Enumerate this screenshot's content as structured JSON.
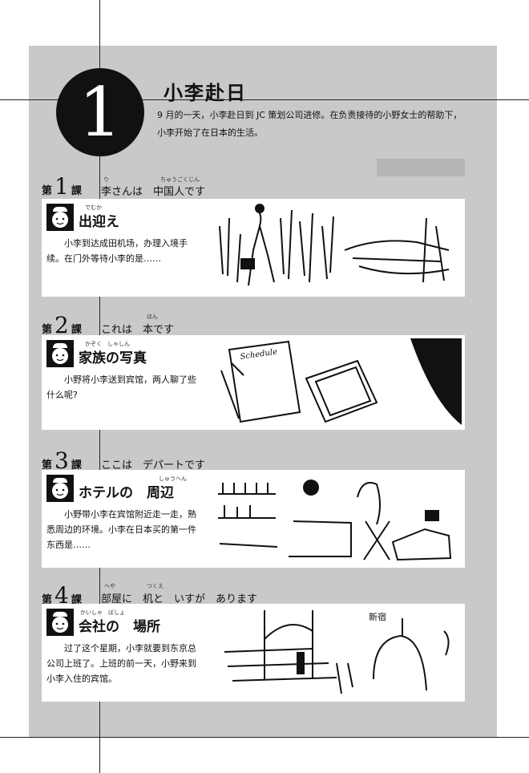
{
  "chapter": {
    "number": "1",
    "title": "小李赴日",
    "intro": "9 月的一天，小李赴日到 JC 策划公司进修。在负责接待的小野女士的帮助下，小李开始了在日本的生活。"
  },
  "lessons": [
    {
      "label_pre": "第",
      "number": "1",
      "label_post": "課",
      "title": "李さんは　中国人です",
      "ruby": [
        "り",
        "ちゅうごくじん"
      ],
      "heading": "出迎え",
      "heading_ruby": "でむか",
      "text": "小李到达成田机场，办理入境手续。在门外等待小李的是……"
    },
    {
      "label_pre": "第",
      "number": "2",
      "label_post": "課",
      "title": "これは　本です",
      "ruby": [
        "ほん"
      ],
      "heading": "家族の写真",
      "heading_ruby": "かぞく　しゃしん",
      "text": "小野将小李送到宾馆，两人聊了些什么呢?"
    },
    {
      "label_pre": "第",
      "number": "3",
      "label_post": "課",
      "title": "ここは　デパートです",
      "ruby": [],
      "heading": "ホテルの　周辺",
      "heading_ruby": "しゅうへん",
      "text": "小野带小李在宾馆附近走一走，熟悉周边的环境。小李在日本买的第一件东西是……"
    },
    {
      "label_pre": "第",
      "number": "4",
      "label_post": "課",
      "title": "部屋に　机と　いすが　あります",
      "ruby": [
        "へや",
        "つくえ"
      ],
      "heading": "会社の　場所",
      "heading_ruby": "かいしゃ　ばしょ",
      "text": "过了这个星期，小李就要到东京总公司上班了。上班的前一天，小野来到小李入住的宾馆。"
    }
  ],
  "illustrations": {
    "notebook_label": "Schedule",
    "sign_text": "新宿"
  }
}
